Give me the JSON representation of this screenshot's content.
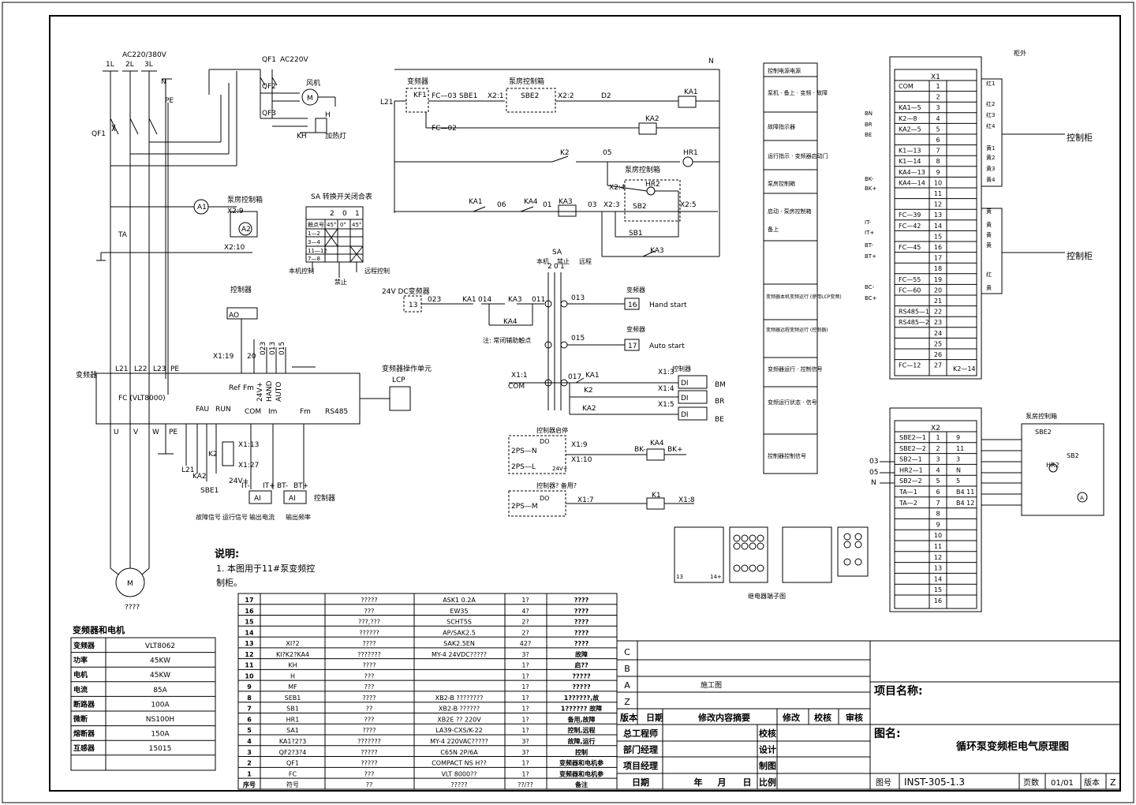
{
  "supply": {
    "label_1l": "1L",
    "label_2l": "2L",
    "label_3l": "3L",
    "voltage": "AC220/380V",
    "n_label": "N",
    "pe_label": "PE",
    "qf1": "QF1"
  },
  "aux": {
    "qf1": "QF1",
    "qf2": "QF2",
    "qf3": "QF3",
    "ac220": "AC220V",
    "fan": "风机",
    "heater": "加热灯",
    "kh": "KH",
    "m": "M",
    "h": "H"
  },
  "ctrl": {
    "n_top": "N",
    "l21": "L21",
    "kf1": "KF1",
    "kf1_label": "变频器",
    "fc03": "FC—03",
    "fc02": "FC—02",
    "sbe1": "SBE1",
    "x2_1": "X2:1",
    "sbe2": "SBE2",
    "sbe2_label": "泵房控制箱",
    "x2_2": "X2:2",
    "d2": "D2",
    "ka1": "KA1",
    "ka2": "KA2",
    "k2": "K2",
    "n05": "05",
    "hr1": "HR1",
    "hr2": "HR2",
    "x2_4": "X2:4",
    "ka1b": "KA1",
    "n06": "06",
    "ka4": "KA4",
    "n01": "01",
    "ka3": "KA3",
    "n03": "03",
    "x2_3": "X2:3",
    "sb2": "SB2",
    "x2_5": "X2:5",
    "sb1": "SB1",
    "ka3b": "KA3",
    "pump_box": "泵房控制箱"
  },
  "meter": {
    "a1": "A1",
    "a2": "A2",
    "ta": "TA",
    "x2_9": "X2:9",
    "x2_10": "X2:10",
    "label": "泵房控制箱"
  },
  "sa_table": {
    "title": "SA 转换开关闭合表",
    "hdr": [
      "2",
      "0",
      "1"
    ],
    "rows": [
      "触点号",
      "1—2",
      "3—4",
      "11—12",
      "7—8"
    ],
    "deg": [
      "45°",
      "0°",
      "45°"
    ],
    "l1": "本机控制",
    "l2": "禁止",
    "l3": "远程控制"
  },
  "fc": {
    "name": "FC  (VLT8000)",
    "l21": "L21",
    "l22": "L22",
    "l23": "L23",
    "pe": "PE",
    "ao": "AO",
    "ctrl_label": "控制器",
    "x1_19": "X1:19",
    "n20": "20",
    "ref": "Ref",
    "fm": "Fm",
    "v24": "24V+",
    "hand": "HAND",
    "auto": "AUTO",
    "lcp": "LCP",
    "lcp_label": "变频器操作单元",
    "fau": "FAU",
    "run": "RUN",
    "com": "COM",
    "im": "Im",
    "fm2": "Fm",
    "rs485": "RS485",
    "u": "U",
    "v": "V",
    "w": "W",
    "pe2": "PE",
    "inv_label": "变频器",
    "n023": "023",
    "n013": "013",
    "n015": "015"
  },
  "fc_bottom": {
    "l21": "L21",
    "ka2": "KA2",
    "sbe1": "SBE1",
    "k2": "K2",
    "x1_13": "X1:13",
    "x1_27": "X1:27",
    "v24": "24V+",
    "it": "IT-",
    "itp": "IT+",
    "bt": "BT-",
    "btp": "BT+",
    "ai1": "AI",
    "ai2": "AI",
    "l_fault": "故障信号",
    "l_run": "运行信号",
    "l_cur": "输出电流",
    "l_freq": "输出频率",
    "l_ctrl": "控制器"
  },
  "motor": {
    "m": "M",
    "label": "????"
  },
  "sa_circuit": {
    "sa": "SA",
    "pos": [
      "2",
      "0",
      "1"
    ],
    "p_local": "本机",
    "p_stop": "禁止",
    "p_remote": "远程",
    "v24": "24V DC变频器",
    "n13": "13",
    "n023": "023",
    "ka1": "KA1",
    "n014": "014",
    "ka3": "KA3",
    "n011": "011",
    "ka4": "KA4",
    "note": "注: 常闭辅助触点",
    "n013": "013",
    "n16": "16",
    "hand": "Hand start",
    "n015": "015",
    "n17": "17",
    "auto": "Auto start",
    "inv1": "变频器",
    "inv2": "变频器",
    "x1_1": "X1:1",
    "com": "COM",
    "n017": "017",
    "ka1b": "KA1",
    "k2": "K2",
    "ka2": "KA2",
    "x1_3": "X1:3",
    "x1_4": "X1:4",
    "x1_5": "X1:5",
    "di1": "DI",
    "di2": "DI",
    "di3": "DI",
    "bm": "BM",
    "br": "BR",
    "be": "BE",
    "ctrl": "控制器"
  },
  "ctrl_box": {
    "l1": "控制器启停",
    "do1": "DO",
    "ps_n": "2PS—N",
    "ps_l": "2PS—L",
    "x1_9": "X1:9",
    "x1_10": "X1:10",
    "v24": "24V+",
    "ka4": "KA4",
    "bk": "BK-",
    "bkp": "BK+",
    "l2": "控制器? 备用?",
    "do2": "DO",
    "ps_m": "2PS—M",
    "x1_7": "X1:7",
    "k1": "K1",
    "x1_8": "X1:8"
  },
  "desc": [
    "控制电源电源",
    "泵机 · 备上 · 变频 · 故障",
    "故障指示器",
    "运行指示 · 变频器启动门",
    "泵房控制箱",
    "启动 · 泵房控制箱",
    "备上",
    "变频器本机变频运行 (使用LCP变频)",
    "变频器远程变频运行 (控制器)",
    "变频器运行 · 控制信号",
    "变频运行状态 · 信号",
    "控制器控制信号"
  ],
  "relay": {
    "title": "继电器端子图",
    "n13": "13",
    "n14": "14+"
  },
  "x1": {
    "title": "X1",
    "top": "柜外",
    "rows": [
      [
        "COM",
        "1"
      ],
      [
        "",
        "2"
      ],
      [
        "KA1—5",
        "3"
      ],
      [
        "K2—8",
        "4"
      ],
      [
        "KA2—5",
        "5"
      ],
      [
        "",
        "6"
      ],
      [
        "K1—13",
        "7"
      ],
      [
        "K1—14",
        "8"
      ],
      [
        "KA4—13",
        "9"
      ],
      [
        "KA4—14",
        "10"
      ],
      [
        "",
        "11"
      ],
      [
        "",
        "12"
      ],
      [
        "FC—39",
        "13"
      ],
      [
        "FC—42",
        "14"
      ],
      [
        "",
        "15"
      ],
      [
        "FC—45",
        "16"
      ],
      [
        "",
        "17"
      ],
      [
        "",
        "18"
      ],
      [
        "FC—55",
        "19"
      ],
      [
        "FC—60",
        "20"
      ],
      [
        "",
        "21"
      ],
      [
        "RS485—1",
        "22"
      ],
      [
        "RS485—2",
        "23"
      ],
      [
        "",
        "24"
      ],
      [
        "",
        "25"
      ],
      [
        "",
        "26"
      ],
      [
        "FC—12",
        "27"
      ]
    ],
    "k2_14": "K2—14",
    "right": [
      "红1",
      "红2",
      "红3",
      "红4",
      "黄1",
      "黄2",
      "黄3",
      "黄4",
      "黄",
      "黄",
      "黄",
      "黄",
      "红",
      "黄"
    ],
    "left": [
      "BN",
      "BR",
      "BE",
      "BK-",
      "BK+",
      "IT-",
      "IT+",
      "BT-",
      "BT+",
      "BC-",
      "BC+"
    ],
    "cab1": "控制柜",
    "cab2": "控制柜"
  },
  "x2": {
    "title": "X2",
    "rows": [
      [
        "SBE2—1",
        "1",
        "9"
      ],
      [
        "SBE2—2",
        "2",
        "11"
      ],
      [
        "SB2—1",
        "3",
        "3"
      ],
      [
        "HR2—1",
        "4",
        "N"
      ],
      [
        "SB2—2",
        "5",
        "5"
      ],
      [
        "TA—1",
        "6",
        "B4 11"
      ],
      [
        "TA—2",
        "7",
        "B4 12"
      ],
      [
        "",
        "8",
        ""
      ],
      [
        "",
        "9",
        ""
      ],
      [
        "",
        "10",
        ""
      ],
      [
        "",
        "11",
        ""
      ],
      [
        "",
        "12",
        ""
      ],
      [
        "",
        "13",
        ""
      ],
      [
        "",
        "14",
        ""
      ],
      [
        "",
        "15",
        ""
      ],
      [
        "",
        "16",
        ""
      ]
    ],
    "left": [
      "03",
      "05",
      "N"
    ],
    "box": "泵房控制箱",
    "sbe2": "SBE2",
    "hr2": "HR2",
    "sb2": "SB2",
    "a": "A"
  },
  "notes": {
    "title": "说明:",
    "line1": "1.   本图用于11#泵变频控",
    "line2": "制柜。"
  },
  "spec": {
    "title": "变频器和电机",
    "rows": [
      [
        "变频器",
        "VLT8062"
      ],
      [
        "功率",
        "45KW"
      ],
      [
        "电机",
        "45KW"
      ],
      [
        "电流",
        "85A"
      ],
      [
        "断路器",
        "100A"
      ],
      [
        "微断",
        "NS100H"
      ],
      [
        "熔断器",
        "150A"
      ],
      [
        "互感器",
        "15015"
      ],
      [
        "",
        ""
      ]
    ]
  },
  "bom": {
    "rows": [
      [
        "17",
        "",
        "?????",
        "ASK1  0.2A",
        "1?",
        "????"
      ],
      [
        "16",
        "",
        "???",
        "EW35",
        "4?",
        "????"
      ],
      [
        "15",
        "",
        "???,???",
        "SCHT5S",
        "2?",
        "????"
      ],
      [
        "14",
        "",
        "??????",
        "AP/SAK2.5",
        "2?",
        "????"
      ],
      [
        "13",
        "XI?2",
        "????",
        "SAK2.5EN",
        "42?",
        "????"
      ],
      [
        "12",
        "KI?K2?KA4",
        "???????",
        "MY-4  24VDC?????",
        "3?",
        "故障"
      ],
      [
        "11",
        "KH",
        "????",
        "",
        "1?",
        "启??"
      ],
      [
        "10",
        "H",
        "???",
        "",
        "1?",
        "?????"
      ],
      [
        "9",
        "MF",
        "???",
        "",
        "1?",
        "?????"
      ],
      [
        "8",
        "SEB1",
        "????",
        "XB2-B  ????????",
        "1?",
        "1??????,故"
      ],
      [
        "7",
        "SB1",
        "??",
        "XB2-B  ??????",
        "1?",
        "1??????  故障"
      ],
      [
        "6",
        "HR1",
        "???",
        "XB2E  ??  220V",
        "1?",
        "备用,故障"
      ],
      [
        "5",
        "SA1",
        "????",
        "LA39-CXS/K-22",
        "1?",
        "控制,远程"
      ],
      [
        "4",
        "KA1?2?3",
        "???????",
        "MY-4  220VAC?????",
        "3?",
        "故障,运行"
      ],
      [
        "3",
        "QF2?3?4",
        "?????",
        "C65N  2P/6A",
        "3?",
        "控制"
      ],
      [
        "2",
        "QF1",
        "?????",
        "COMPACT NS    H??",
        "1?",
        "变频器和电机参"
      ],
      [
        "1",
        "FC",
        "???",
        "VLT 8000??",
        "1?",
        "变频器和电机参"
      ],
      [
        "序号",
        "符号",
        "??",
        "?????",
        "??/??",
        "备注"
      ]
    ]
  },
  "title_block": {
    "rev": [
      "C",
      "B",
      "A",
      "Z"
    ],
    "design_stage": "施工图",
    "rev_hdr": [
      "版本",
      "日期",
      "修改内容摘要",
      "修改",
      "校核",
      "审核"
    ],
    "roles": [
      [
        "总工程师",
        "",
        "校核",
        ""
      ],
      [
        "部门经理",
        "",
        "设计",
        ""
      ],
      [
        "项目经理",
        "",
        "制图",
        ""
      ]
    ],
    "date_row": [
      "日期",
      "年",
      "月",
      "日",
      "比例"
    ],
    "project_label": "项目名称:",
    "drawing_label": "图名:",
    "drawing_title": "循环泵变频柜电气原理图",
    "dwg_no_label": "图号",
    "dwg_no": "INST-305-1.3",
    "page_label": "页数",
    "page": "01/01",
    "ver_label": "版本",
    "ver": "Z"
  }
}
